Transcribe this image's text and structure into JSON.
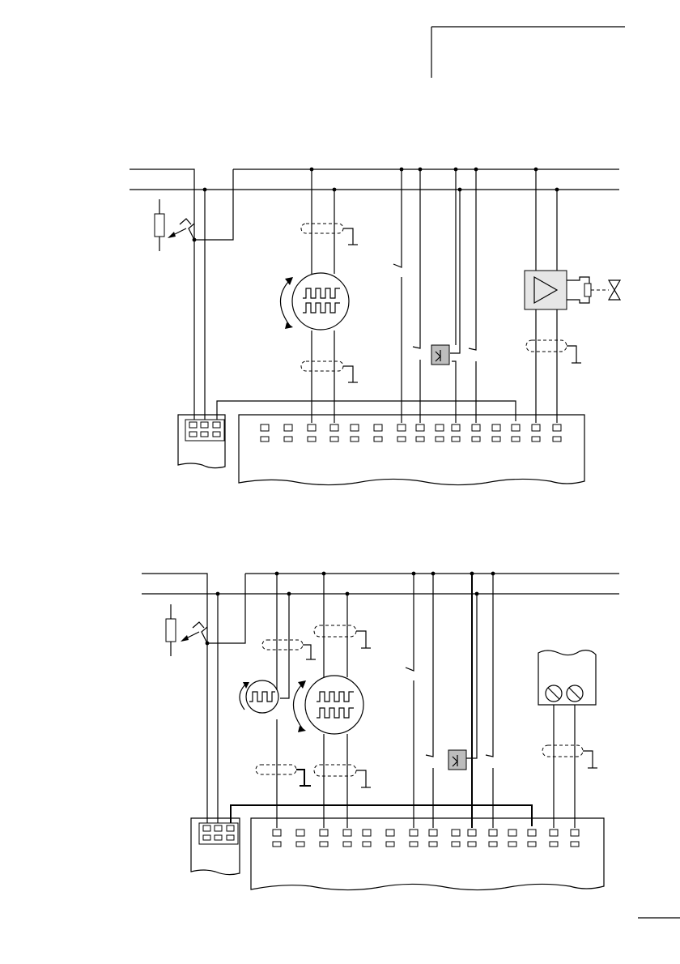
{
  "page": {
    "title": "",
    "page_number": ""
  },
  "diagrams": [
    {
      "name": "upper-wiring-diagram",
      "devices": [
        "fuse",
        "emergency-switch",
        "encoder-motor",
        "contacts",
        "proximity-sensor",
        "amplifier-valve"
      ]
    },
    {
      "name": "lower-wiring-diagram",
      "devices": [
        "fuse",
        "emergency-switch",
        "small-encoder",
        "encoder-motor",
        "contacts",
        "proximity-sensor",
        "screw-terminal-module"
      ]
    }
  ],
  "colors": {
    "line": "#000000",
    "sensor_fill": "#bdbdbd",
    "amplifier_fill": "#e6e6e6",
    "background": "#ffffff"
  },
  "icons": [
    "fuse-icon",
    "emergency-stop-icon",
    "encoder-icon",
    "sensor-icon",
    "amplifier-icon",
    "valve-icon",
    "screw-terminal-icon",
    "ground-icon"
  ]
}
